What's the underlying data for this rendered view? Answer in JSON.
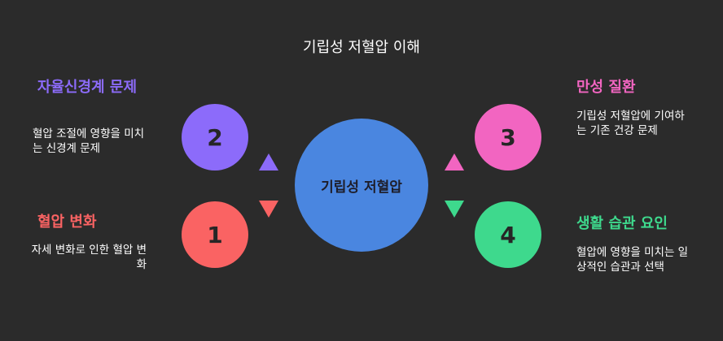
{
  "title": "기립성 저혈압 이해",
  "center": {
    "label": "기립성 저혈압"
  },
  "items": [
    {
      "number": "1",
      "heading": "혈압 변화",
      "description": "자세 변화로 인한 혈압 변화",
      "color": "#fa6363"
    },
    {
      "number": "2",
      "heading": "자율신경계 문제",
      "description": "혈압 조절에 영향을 미치는 신경계 문제",
      "color": "#8c6bfa"
    },
    {
      "number": "3",
      "heading": "만성 질환",
      "description": "기립성 저혈압에 기여하는 기존 건강 문제",
      "color": "#f265c1"
    },
    {
      "number": "4",
      "heading": "생활 습관 요인",
      "description": "혈압에 영향을 미치는 일상적인 습관과 선택",
      "color": "#3ed98d"
    }
  ]
}
